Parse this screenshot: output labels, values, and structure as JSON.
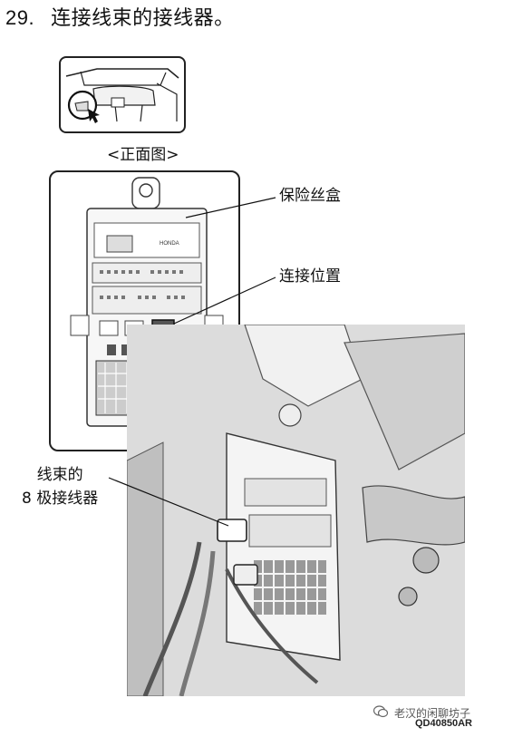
{
  "step": {
    "number": "29.",
    "text": "连接线束的接线器。"
  },
  "view_label": "<正面图>",
  "callouts": {
    "fuse_box": "保险丝盒",
    "connect_position": "连接位置",
    "connector_line1": "线束的",
    "connector_line2": "8 极接线器"
  },
  "fuse_box_brand": "HONDA",
  "watermark": "老汉的闲聊坊子",
  "doc_code": "QD40850AR",
  "icons": [
    "wechat-icon",
    "pointer-hand-icon"
  ]
}
